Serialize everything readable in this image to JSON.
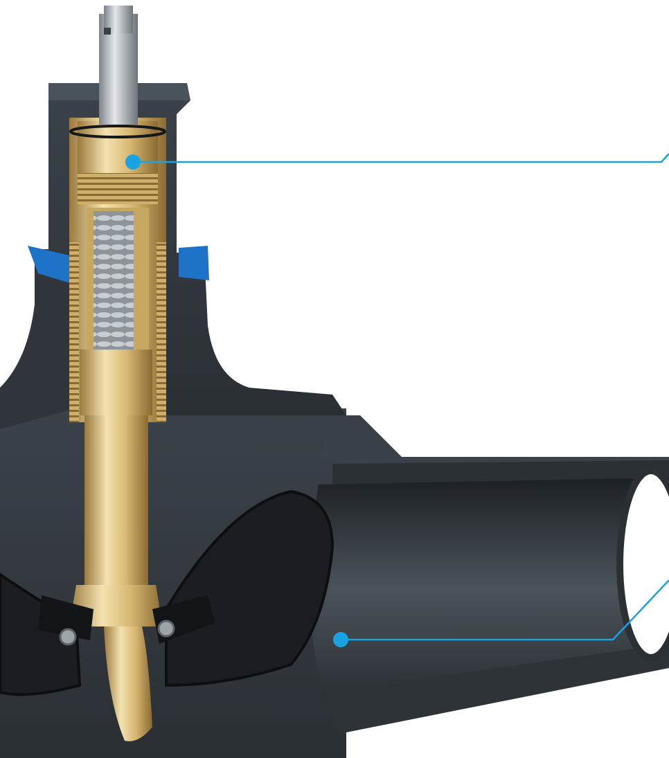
{
  "diagram": {
    "subject": "valve-cutaway",
    "callouts": [
      {
        "id": "top",
        "target": "brass-bonnet-insert"
      },
      {
        "id": "bottom",
        "target": "pipe-body-inner-wall"
      }
    ]
  },
  "colors": {
    "background": "#ffffff",
    "body_dark": "#2f353b",
    "body_mid": "#3b4249",
    "body_light": "#545c63",
    "brass": "#d8b874",
    "brass_dark": "#9a7a3e",
    "brass_light": "#f4e2b0",
    "steel": "#b9bec3",
    "steel_dark": "#7d848a",
    "seal_blue": "#1e73c8",
    "callout_blue": "#1aa3e0",
    "rubber": "#1a1d21"
  }
}
